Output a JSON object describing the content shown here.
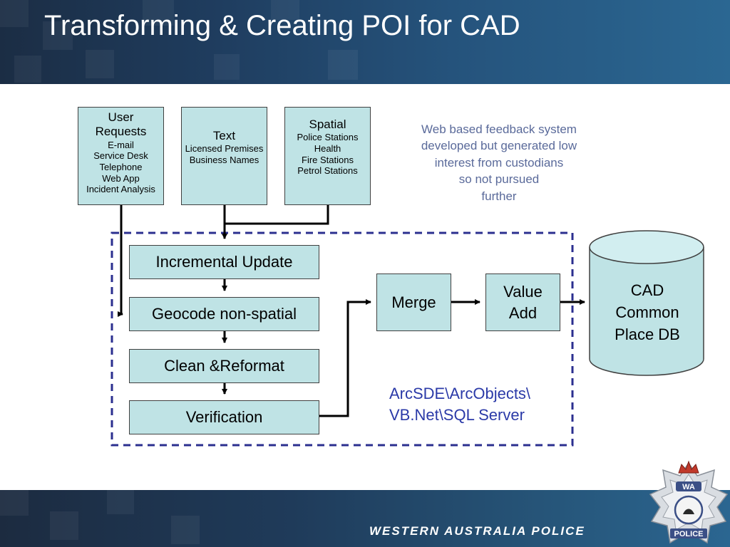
{
  "title": "Transforming & Creating POI for CAD",
  "sources": [
    {
      "heading_lines": [
        "User",
        "Requests"
      ],
      "items": [
        "E-mail",
        "Service Desk",
        "Telephone",
        "Web App",
        "Incident Analysis"
      ]
    },
    {
      "heading_lines": [
        "Text"
      ],
      "items": [
        "Licensed Premises",
        "Business Names"
      ]
    },
    {
      "heading_lines": [
        "Spatial"
      ],
      "items": [
        "Police Stations",
        "Health",
        "Fire Stations",
        "Petrol Stations"
      ]
    }
  ],
  "feedback_note": [
    "Web based feedback system",
    "developed but generated low",
    "interest from custodians",
    "so not pursued",
    "further"
  ],
  "process": {
    "incremental_update": "Incremental Update",
    "geocode": "Geocode non-spatial",
    "clean": "Clean &Reformat",
    "verification": "Verification",
    "merge": "Merge",
    "value_add_lines": [
      "Value",
      "Add"
    ]
  },
  "database": {
    "label_lines": [
      "CAD",
      "Common",
      "Place DB"
    ]
  },
  "technology": [
    "ArcSDE\\ArcObjects\\",
    "VB.Net\\SQL Server"
  ],
  "footer": {
    "organisation": "WESTERN AUSTRALIA POLICE"
  },
  "logo": {
    "top_text": "WA",
    "bottom_text": "POLICE"
  },
  "colors": {
    "box_fill": "#bfe3e5",
    "dashed_border": "#2b2f8f",
    "note_text": "#5a6a9a",
    "tech_text": "#2b3aa8",
    "banner_dark": "#1b2d44",
    "banner_light": "#2b6792"
  }
}
